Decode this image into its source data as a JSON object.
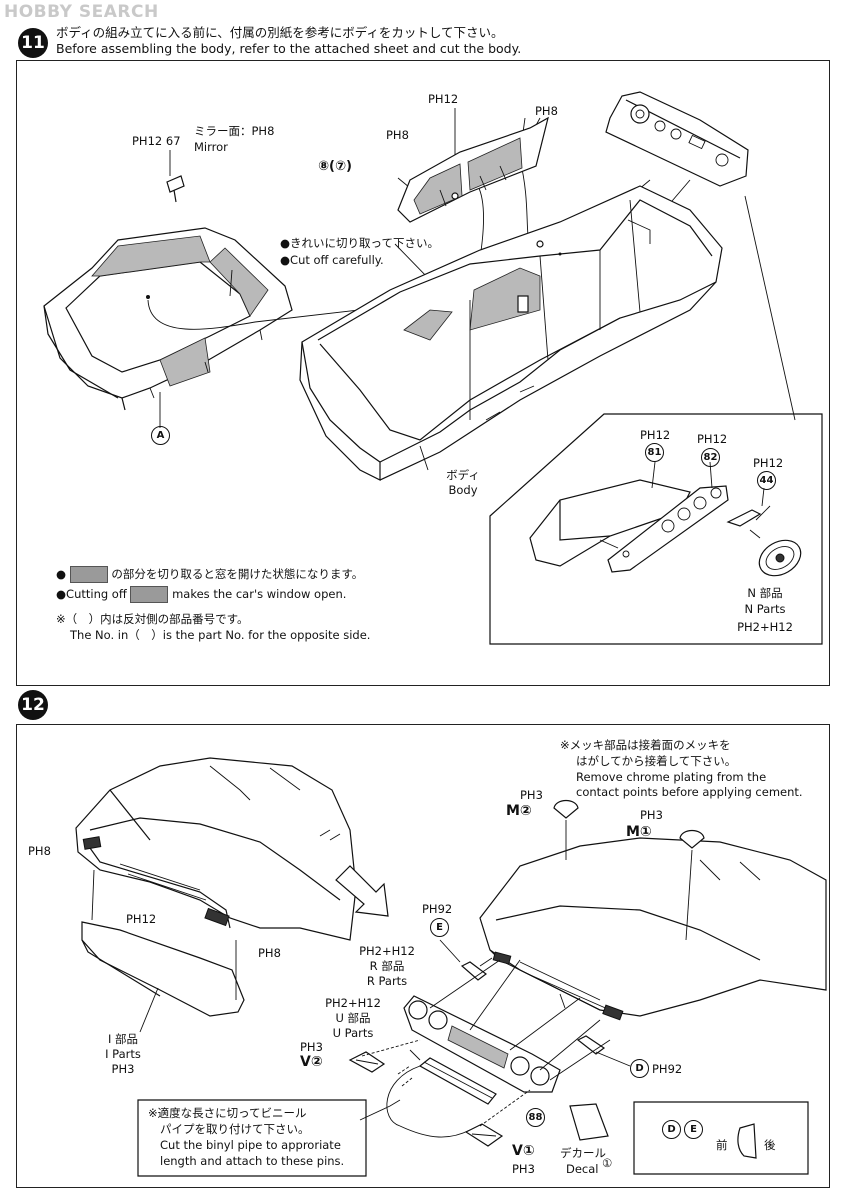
{
  "logo": {
    "text": "HOBBY SEARCH"
  },
  "step11": {
    "number": "11",
    "text_jp": "ボディの組み立てに入る前に、付属の別紙を参考にボディをカットして下さい。",
    "text_en": "Before assembling the body, refer to the attached sheet and cut the body.",
    "labels": {
      "ph12_67": "PH12 67",
      "mirror_jp": "ミラー面：PH8",
      "mirror_en": "Mirror",
      "ph12_top": "PH12",
      "ph8_top_right": "PH8",
      "ph8_left": "PH8",
      "part_8_7": "⑧(⑦)",
      "cut_jp": "●きれいに切り取って下さい。",
      "cut_en": "●Cut off carefully.",
      "part_a": "A",
      "body_jp": "ボディ",
      "body_en": "Body",
      "inset_ph12_81": "PH12",
      "part_81": "81",
      "inset_ph12_82": "PH12",
      "part_82": "82",
      "inset_ph12_44": "PH12",
      "part_44": "44",
      "n_parts_jp": "N 部品",
      "n_parts_en": "N Parts",
      "n_parts_color": "PH2+H12"
    },
    "note1_jp_prefix": "●",
    "note1_jp": "の部分を切り取ると窓を開けた状態になります。",
    "note1_en_prefix": "●Cutting off",
    "note1_en": "makes the car's window open.",
    "note2_jp": "※（　）内は反対側の部品番号です。",
    "note2_en": "The No. in（　）is the part No. for the opposite side."
  },
  "step12": {
    "number": "12",
    "chrome_note_jp1": "※メッキ部品は接着面のメッキを",
    "chrome_note_jp2": "はがしてから接着して下さい。",
    "chrome_note_en1": "Remove chrome plating from the",
    "chrome_note_en2": "contact points before applying cement.",
    "labels": {
      "ph8_a": "PH8",
      "ph12_grille": "PH12",
      "ph8_b": "PH8",
      "i_parts_jp": "I 部品",
      "i_parts_en": "I Parts",
      "i_parts_color": "PH3",
      "m2_color": "PH3",
      "m2": "M②",
      "m1_color": "PH3",
      "m1": "M①",
      "e_color": "PH92",
      "e": "E",
      "r_color": "PH2+H12",
      "r_jp": "R 部品",
      "r_en": "R Parts",
      "u_color": "PH2+H12",
      "u_jp": "U 部品",
      "u_en": "U Parts",
      "v2_color": "PH3",
      "v2": "V②",
      "d": "D",
      "d_color": "PH92",
      "part_88": "88",
      "v1": "V①",
      "v1_color": "PH3",
      "decal_jp": "デカール",
      "decal_en": "Decal",
      "decal_num": "①",
      "legend_d": "D",
      "legend_e": "E",
      "legend_front": "前",
      "legend_back": "後"
    },
    "pipe_note_jp1": "※適度な長さに切ってビニール",
    "pipe_note_jp2": "パイプを取り付けて下さい。",
    "pipe_note_en1": "Cut the binyl pipe to approriate",
    "pipe_note_en2": "length and attach to these pins."
  }
}
